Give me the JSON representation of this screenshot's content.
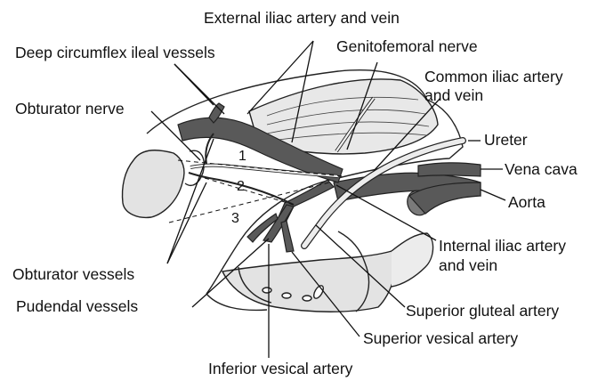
{
  "labels": {
    "external_iliac": "External iliac artery and vein",
    "deep_circumflex": "Deep circumflex ileal vessels",
    "genitofemoral": "Genitofemoral nerve",
    "common_iliac_1": "Common iliac artery",
    "common_iliac_2": "and vein",
    "obturator_nerve": "Obturator nerve",
    "ureter": "Ureter",
    "vena_cava": "Vena cava",
    "aorta": "Aorta",
    "internal_iliac_1": "Internal iliac artery",
    "internal_iliac_2": "and vein",
    "obturator_vessels": "Obturator vessels",
    "pudendal": "Pudendal vessels",
    "superior_gluteal": "Superior gluteal artery",
    "superior_vesical": "Superior vesical artery",
    "inferior_vesical": "Inferior vesical artery"
  },
  "spaces": {
    "one": "1",
    "two": "2",
    "three": "3"
  },
  "colors": {
    "vessel": "#595959",
    "bone": "#e3e3e3",
    "nerve": "#ececec",
    "line": "#111111"
  }
}
